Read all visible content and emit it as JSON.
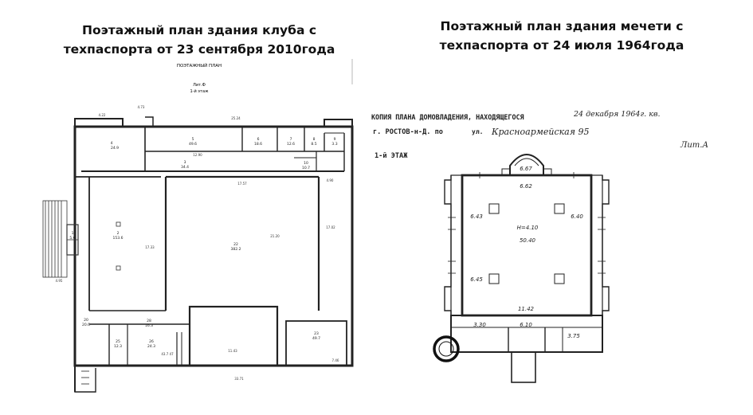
{
  "captions": {
    "left_line1": "Поэтажный план здания клуба с",
    "left_line2": "техпаспорта от 23 сентября 2010года",
    "right_line1": "Поэтажный план здания мечети с",
    "right_line2": "техпаспорта от 24 июля 1964года"
  },
  "left_plan": {
    "header": "ПОЭТАЖНЫЙ ПЛАН",
    "liter": "Лит.Ф",
    "floor": "1-й этаж",
    "rooms": [
      {
        "num": "4",
        "area": "24.9"
      },
      {
        "num": "5",
        "area": "49.6"
      },
      {
        "num": "6",
        "area": "18.6"
      },
      {
        "num": "7",
        "area": "12.6"
      },
      {
        "num": "8",
        "area": "8.5"
      },
      {
        "num": "9",
        "area": "3.3"
      },
      {
        "num": "10",
        "area": "10.7"
      },
      {
        "num": "3",
        "area": "34.4"
      },
      {
        "num": "1",
        "area": "5.6"
      },
      {
        "num": "2",
        "area": "153.6"
      },
      {
        "num": "22",
        "area": "382.2"
      },
      {
        "num": "23",
        "area": "49.7"
      },
      {
        "num": "28",
        "area": "16.3"
      },
      {
        "num": "25",
        "area": "12.3"
      },
      {
        "num": "26",
        "area": "24.3"
      },
      {
        "num": "20",
        "area": "20.6"
      }
    ],
    "dims": {
      "top_overall": "25.24",
      "top_small": "4.73",
      "left_top": "4.22",
      "corridor_len": "12.90",
      "bottom_overall": "33.71",
      "right_side": "17.02",
      "left_side": "17.33",
      "hall_width": "17.57",
      "hall_height": "21.20",
      "lobby": "4.90",
      "left_stair": "4.95",
      "bottom_right": "7.46",
      "bottom_mid": "11.43",
      "sub_area": "43.7 47"
    }
  },
  "right_plan": {
    "stamp": "КОПИЯ ПЛАНА ДОМОВЛАДЕНИЯ, НАХОДЯЩЕГОСЯ",
    "city": "г. РОСТОВ-н-Д. по",
    "street_prefix": "ул.",
    "street": "Красноармейская 95",
    "date_note": "24 декабря 1964г. кв.",
    "liter": "Лит.А",
    "floor": "1-й ЭТАЖ",
    "labels": {
      "c1": "6.67",
      "c2": "6.62",
      "c3": "6.43",
      "c4": "6.40",
      "c5": "6.45",
      "mid": "50.40",
      "m2": "Н=4.10",
      "bottom": "11.42",
      "b1": "3.30",
      "b2": "6.10",
      "b3": "3.75"
    }
  }
}
